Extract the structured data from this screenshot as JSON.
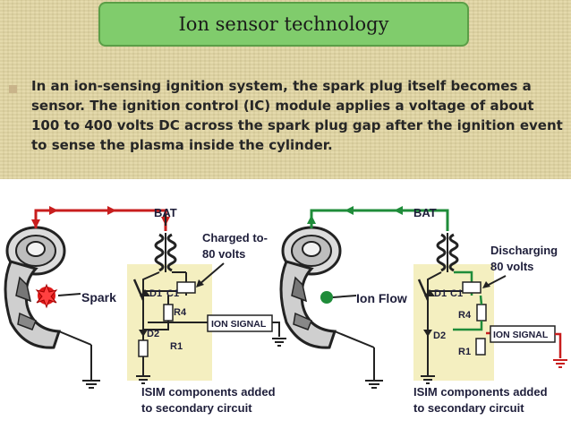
{
  "title": "Ion sensor technology",
  "bullet": "In an ion-sensing ignition system, the spark plug itself becomes a sensor. The ignition control (IC) module applies a voltage of about 100 to 400 volts DC across the spark plug gap after the ignition event to sense the plasma inside the cylinder.",
  "left_diagram": {
    "bat": "BAT",
    "callout_line1": "Charged to-",
    "callout_line2": "80 volts",
    "plug_label": "Spark",
    "d1": "D1",
    "c1": "C1",
    "r4": "R4",
    "d2": "D2",
    "r1": "R1",
    "ion_signal": "ION SIGNAL",
    "footer_line1": "ISIM components added",
    "footer_line2": "to secondary circuit"
  },
  "right_diagram": {
    "bat": "BAT",
    "callout_line1": "Discharging",
    "callout_line2": "80 volts",
    "plug_label": "Ion Flow",
    "d1": "D1",
    "c1": "C1",
    "r4": "R4",
    "d2": "D2",
    "r1": "R1",
    "ion_signal": "ION SIGNAL",
    "footer_line1": "ISIM components added",
    "footer_line2": "to secondary circuit"
  },
  "colors": {
    "background": "#e2d6a2",
    "title_box": "#80cc6c",
    "title_border": "#5b9e47",
    "circuit_panel": "#f4efc0",
    "wire_red": "#c81e1e",
    "wire_green": "#1f8c3a",
    "wire_black": "#222222"
  }
}
